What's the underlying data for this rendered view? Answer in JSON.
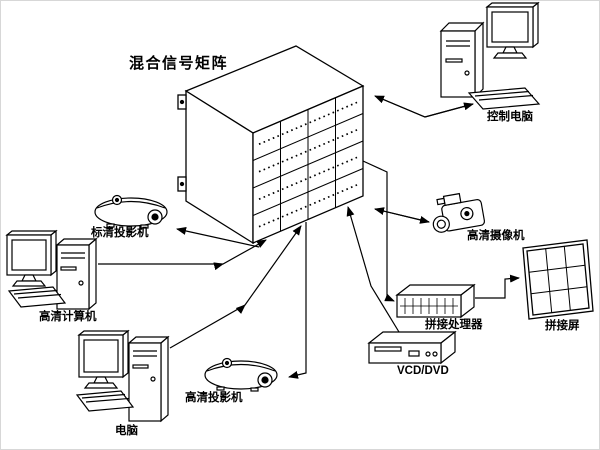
{
  "diagram": {
    "title": "混合信号矩阵",
    "background_color": "#ffffff",
    "line_color": "#000000",
    "nodes": {
      "matrix": {
        "label": "混合信号矩阵",
        "type": "matrix-switcher-rack"
      },
      "control_pc": {
        "label": "控制电脑",
        "type": "desktop-computer"
      },
      "sd_projector": {
        "label": "标清投影机",
        "type": "projector"
      },
      "hd_computer": {
        "label": "高清计算机",
        "type": "desktop-computer"
      },
      "pc": {
        "label": "电脑",
        "type": "desktop-computer"
      },
      "hd_projector": {
        "label": "高清投影机",
        "type": "projector"
      },
      "vcd_dvd": {
        "label": "VCD/DVD",
        "type": "disc-player"
      },
      "wall_processor": {
        "label": "拼接处理器",
        "type": "video-wall-processor"
      },
      "hd_camera": {
        "label": "高清摄像机",
        "type": "camcorder"
      },
      "video_wall": {
        "label": "拼接屏",
        "type": "video-wall-screen"
      }
    },
    "connections": [
      {
        "from": "matrix",
        "to": "control_pc",
        "direction": "bidirectional"
      },
      {
        "from": "matrix",
        "to": "sd_projector",
        "direction": "one-way"
      },
      {
        "from": "hd_computer",
        "to": "matrix",
        "direction": "one-way"
      },
      {
        "from": "pc",
        "to": "matrix",
        "direction": "one-way"
      },
      {
        "from": "matrix",
        "to": "hd_projector",
        "direction": "one-way"
      },
      {
        "from": "vcd_dvd",
        "to": "matrix",
        "direction": "one-way"
      },
      {
        "from": "matrix",
        "to": "wall_processor",
        "direction": "one-way"
      },
      {
        "from": "hd_camera",
        "to": "matrix",
        "direction": "bidirectional"
      },
      {
        "from": "wall_processor",
        "to": "video_wall",
        "direction": "one-way"
      }
    ]
  }
}
